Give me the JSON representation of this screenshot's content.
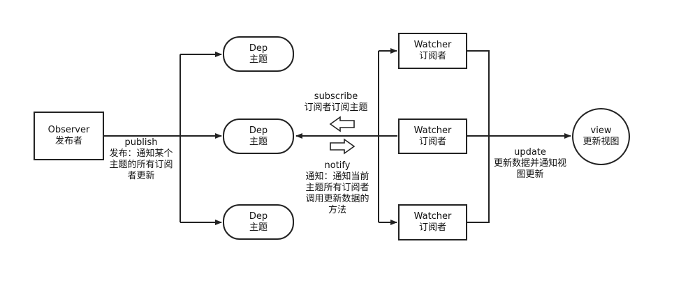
{
  "observer": {
    "title": "Observer",
    "subtitle": "发布者"
  },
  "deps": [
    {
      "title": "Dep",
      "subtitle": "主题"
    },
    {
      "title": "Dep",
      "subtitle": "主题"
    },
    {
      "title": "Dep",
      "subtitle": "主题"
    }
  ],
  "watchers": [
    {
      "title": "Watcher",
      "subtitle": "订阅者"
    },
    {
      "title": "Watcher",
      "subtitle": "订阅者"
    },
    {
      "title": "Watcher",
      "subtitle": "订阅者"
    }
  ],
  "view": {
    "title": "view",
    "subtitle": "更新视图"
  },
  "publish": {
    "title": "publish",
    "lines": [
      "发布：通知某个",
      "主题的所有订阅",
      "者更新"
    ]
  },
  "subscribe": {
    "title": "subscribe",
    "subtitle": "订阅者订阅主题"
  },
  "notify": {
    "title": "notify",
    "lines": [
      "通知：通知当前",
      "主题所有订阅者",
      "调用更新数据的",
      "方法"
    ]
  },
  "update": {
    "title": "update",
    "lines": [
      "更新数据并通知视",
      "图更新"
    ]
  }
}
